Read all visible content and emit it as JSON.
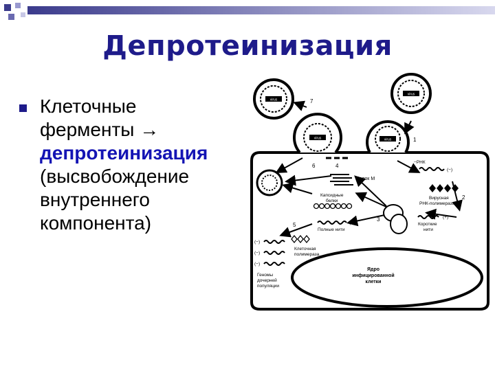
{
  "title": "Депротеинизация",
  "bullet": {
    "line1": "Клеточные",
    "line2": "ферменты →",
    "line3": "депротеинизация",
    "line4": "(высвобождение",
    "line5": "внутреннего",
    "line6": "компонента)"
  },
  "colors": {
    "title": "#1e1b8a",
    "highlight": "#1414b4",
    "decor": "#3b3b8c"
  },
  "diagram": {
    "virion_label": "virus",
    "step_numbers": [
      "1",
      "2",
      "3",
      "4",
      "5",
      "6",
      "7"
    ],
    "labels": {
      "rna_minus": "−РНК",
      "minus_sign": "(−)",
      "viral_polymerase_1": "Вирусная",
      "viral_polymerase_2": "РНК-полимераза",
      "short_strands_1": "(+)",
      "short_strands_2": "Короткие",
      "short_strands_3": "нити",
      "proteins_m": "Белок М",
      "capsid_1": "Капсидные",
      "capsid_2": "белки",
      "full_strands_1": "(+)",
      "full_strands_2": "Полные нити",
      "cell_polymerase_1": "Клеточная",
      "cell_polymerase_2": "полимераза",
      "genomes_minus": "(−)",
      "genomes_1": "Геномы",
      "genomes_2": "дочерней",
      "genomes_3": "популяции",
      "nucleus_1": "Ядро",
      "nucleus_2": "инфицированной",
      "nucleus_3": "клетки"
    }
  }
}
